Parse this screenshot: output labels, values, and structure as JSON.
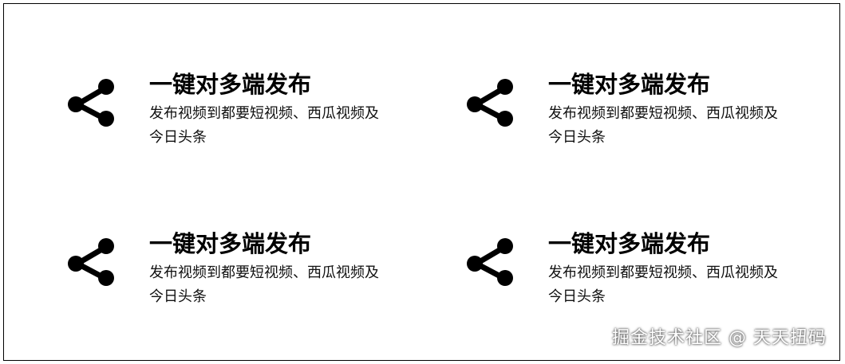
{
  "features": [
    {
      "icon": "share-icon",
      "title": "一键对多端发布",
      "description": "发布视频到都要短视频、西瓜视频及今日头条"
    },
    {
      "icon": "share-icon",
      "title": "一键对多端发布",
      "description": "发布视频到都要短视频、西瓜视频及今日头条"
    },
    {
      "icon": "share-icon",
      "title": "一键对多端发布",
      "description": "发布视频到都要短视频、西瓜视频及今日头条"
    },
    {
      "icon": "share-icon",
      "title": "一键对多端发布",
      "description": "发布视频到都要短视频、西瓜视频及今日头条"
    }
  ],
  "watermark": "掘金技术社区 @ 天天扭码",
  "colors": {
    "text": "#000000",
    "background": "#ffffff",
    "border": "#000000"
  }
}
